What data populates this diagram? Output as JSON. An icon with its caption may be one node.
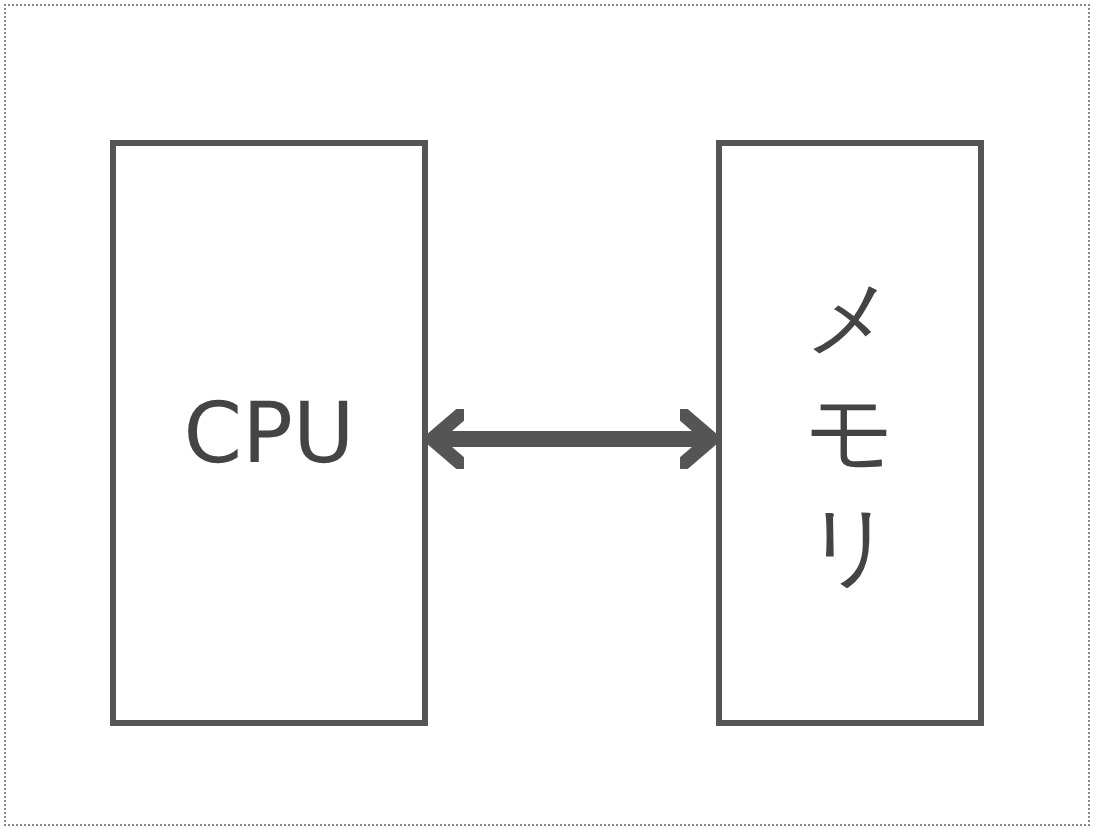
{
  "diagram": {
    "nodes": [
      {
        "text": [
          "CPU"
        ]
      },
      {
        "text": [
          "メモリ"
        ]
      }
    ],
    "edges": [
      {
        "from": 0,
        "to": 1,
        "arrow": "both"
      }
    ]
  }
}
